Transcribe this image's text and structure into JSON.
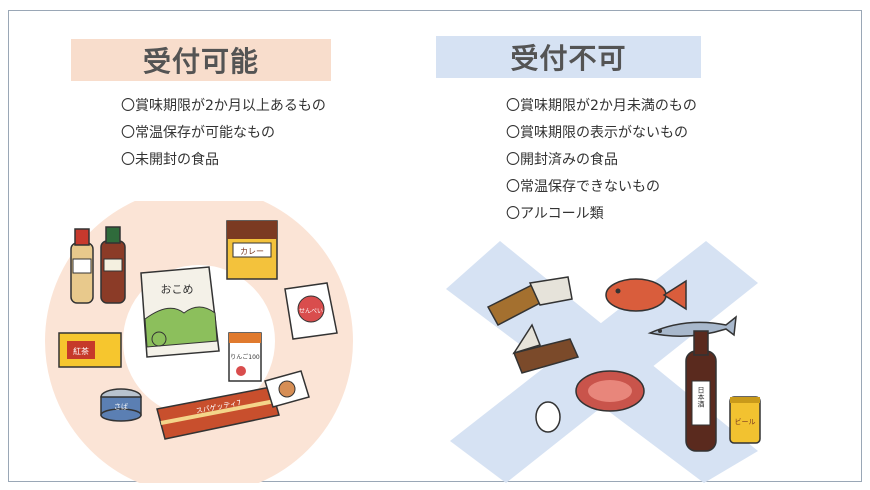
{
  "accept": {
    "title": "受付可能",
    "items": [
      "〇賞味期限が2か月以上あるもの",
      "〇常温保存が可能なもの",
      "〇未開封の食品"
    ],
    "illustration": {
      "rice_bag_label": "おこめ",
      "curry_label": "カレー",
      "tea_label": "紅茶",
      "juice_label": "りんご100",
      "cracker_label": "せんべい",
      "can_label": "さば",
      "pasta_label": "スパゲッティ7"
    }
  },
  "reject": {
    "title": "受付不可",
    "items": [
      "〇賞味期限が2か月未満のもの",
      "〇賞味期限の表示がないもの",
      "〇開封済みの食品",
      "〇常温保存できないもの",
      "〇アルコール類"
    ],
    "illustration": {
      "sake_label": "日本酒",
      "beer_label": "ビール"
    }
  },
  "colors": {
    "accept_header": "#f8ddcc",
    "reject_header": "#d6e2f3",
    "accept_circle": "#fbe4d6",
    "reject_cross": "#d6e2f3"
  }
}
